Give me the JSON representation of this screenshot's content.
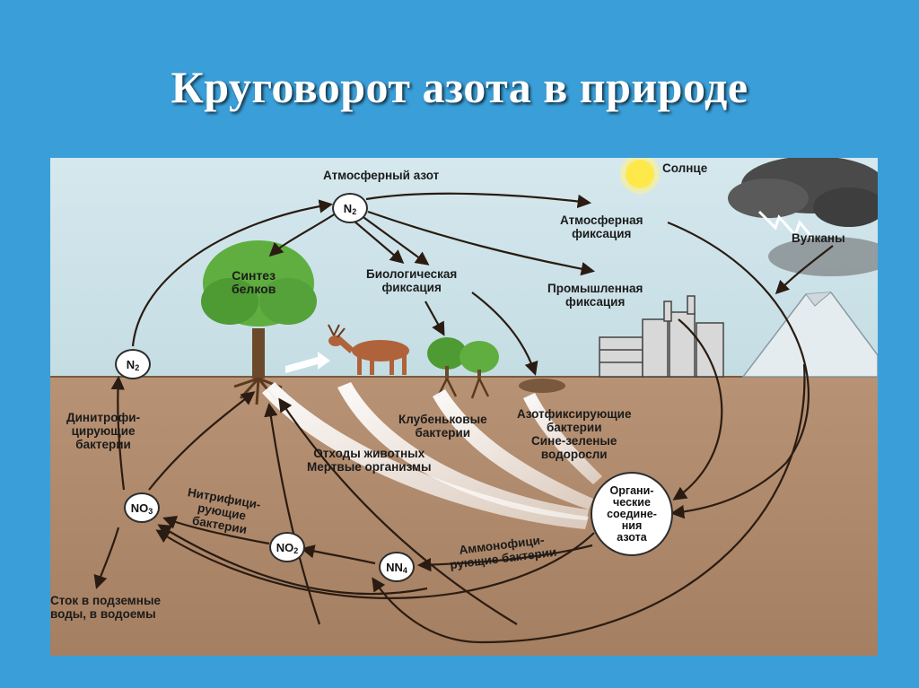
{
  "title": "Круговорот азота в природе",
  "labels": {
    "atmospheric_nitrogen": "Атмосферный азот",
    "sun": "Солнце",
    "atmospheric_fixation": [
      "Атмосферная",
      "фиксация"
    ],
    "volcanoes": "Вулканы",
    "protein_synthesis": [
      "Синтез",
      "белков"
    ],
    "biological_fixation": [
      "Биологическая",
      "фиксация"
    ],
    "industrial_fixation": [
      "Промышленная",
      "фиксация"
    ],
    "denitrifying": [
      "Динитрофи-",
      "цирующие",
      "бактерии"
    ],
    "nodule_bacteria": [
      "Клубеньковые",
      "бактерии"
    ],
    "nitrogen_fixing": [
      "Азотфиксирующие",
      "бактерии",
      "Сине-зеленые",
      "водоросли"
    ],
    "animal_waste": [
      "Отходы животных",
      "Мертвые организмы"
    ],
    "organic_compounds": [
      "Органи-",
      "ческие",
      "соедине-",
      "ния",
      "азота"
    ],
    "nitrifying": [
      "Нитрифици-",
      "рующие",
      "бактерии"
    ],
    "ammonifying": [
      "Аммонофици-",
      "рующие бактерии"
    ],
    "runoff": [
      "Сток в подземные",
      "воды, в водоемы"
    ]
  },
  "nodes": {
    "n2_top": {
      "base": "N",
      "sub": "2"
    },
    "n2_left": {
      "base": "N",
      "sub": "2"
    },
    "no3": {
      "base": "NO",
      "sub": "3"
    },
    "no2": {
      "base": "NO",
      "sub": "2"
    },
    "nn4": {
      "base": "NN",
      "sub": "4"
    }
  },
  "colors": {
    "background": "#3a9fd9",
    "sky": "#cfe3ea",
    "soil": "#b0896a",
    "ground_line": "#7a5a40"
  }
}
